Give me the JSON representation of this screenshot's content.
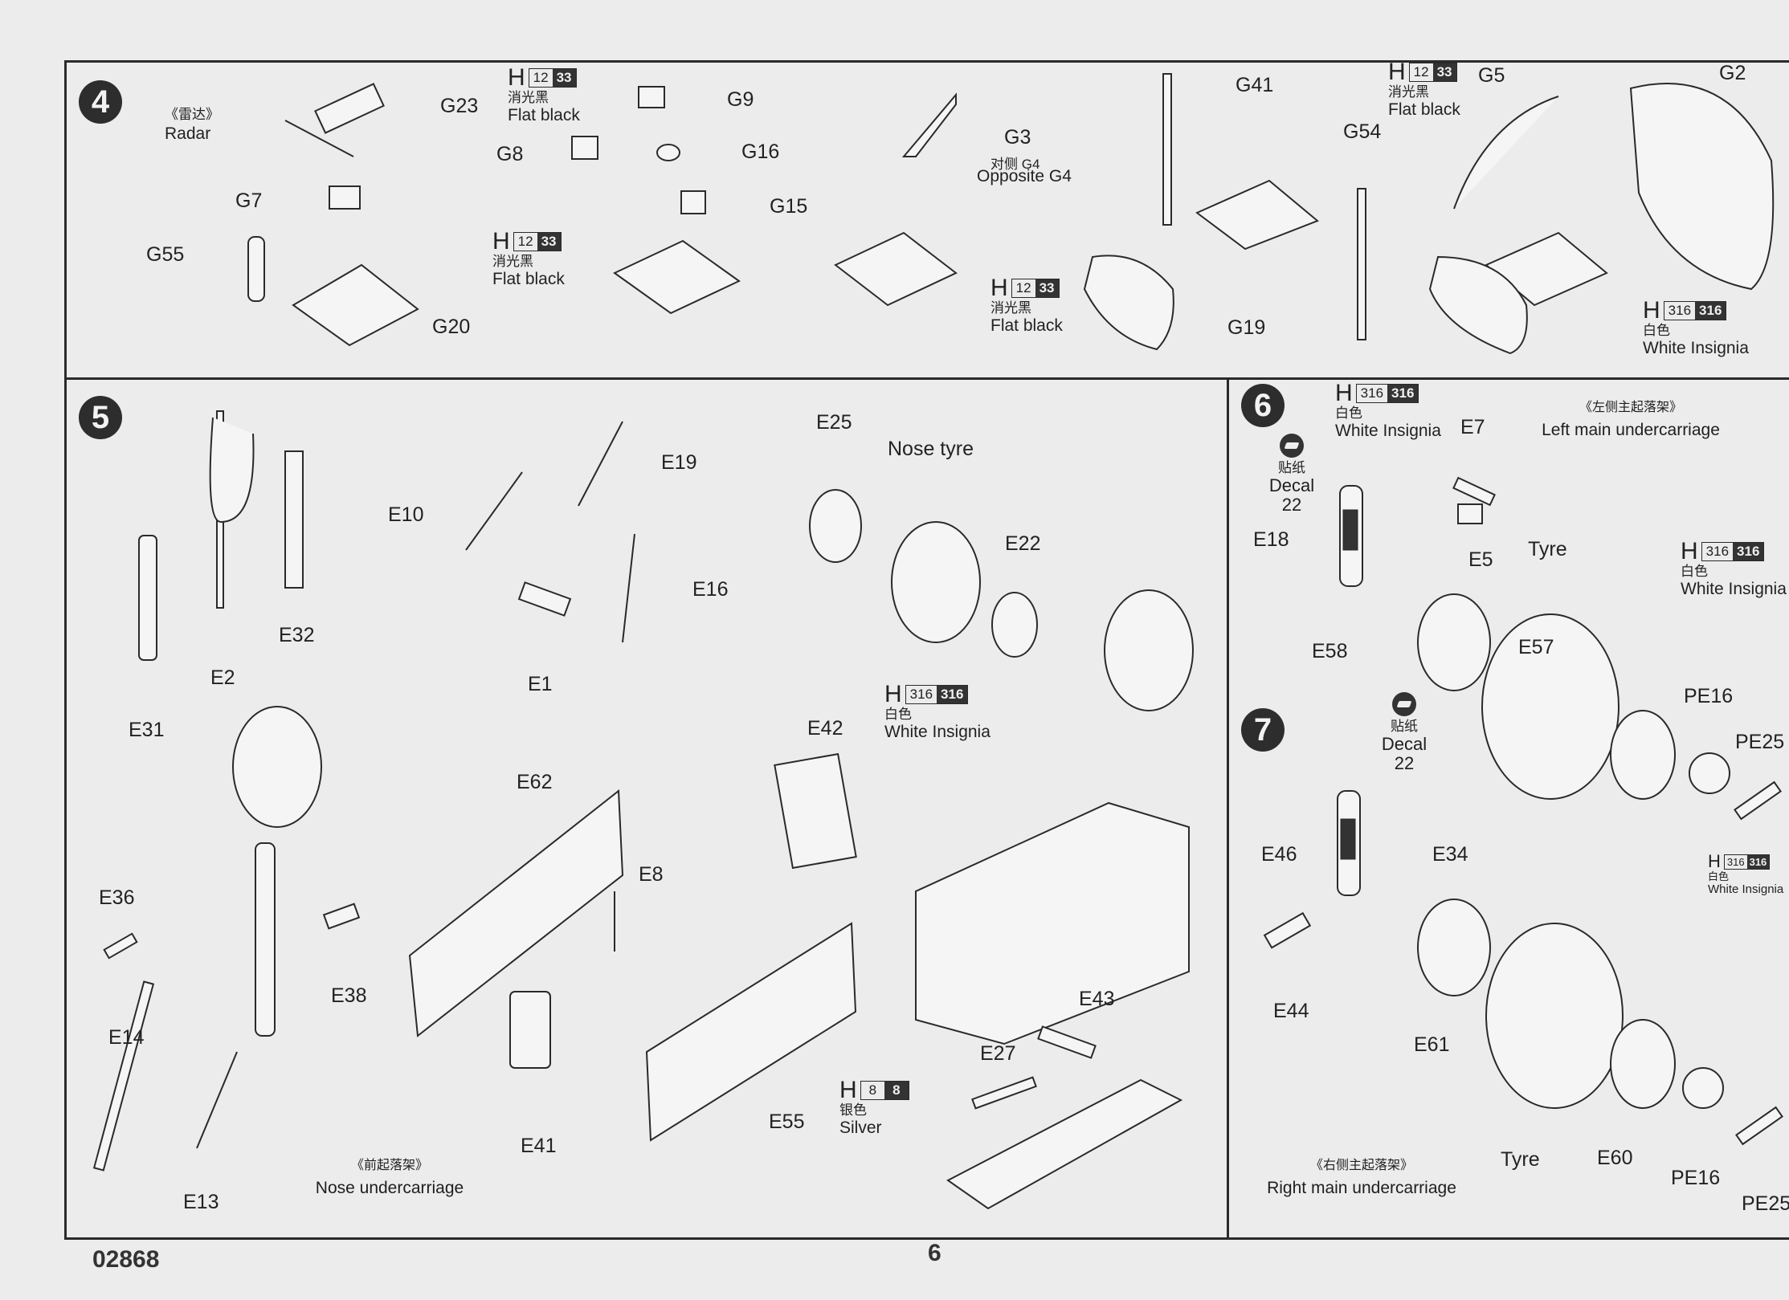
{
  "document": {
    "kit_number": "02868",
    "page_number": "6"
  },
  "paint": {
    "flat_black": {
      "prefix": "H",
      "code_a": "12",
      "code_b": "33",
      "cn": "消光黑",
      "en": "Flat black"
    },
    "white_insignia": {
      "prefix": "H",
      "code_a": "316",
      "code_b": "316",
      "cn": "白色",
      "en": "White Insignia"
    },
    "silver": {
      "prefix": "H",
      "code_a": "8",
      "code_b": "8",
      "cn": "银色",
      "en": "Silver"
    }
  },
  "decal": {
    "cn": "贴纸",
    "en": "Decal",
    "number": "22"
  },
  "steps": [
    {
      "number": "4",
      "title_cn": "《雷达》",
      "title_en": "Radar",
      "parts": [
        "G23",
        "G7",
        "G55",
        "G20",
        "G9",
        "G8",
        "G16",
        "G15",
        "G3",
        "G41",
        "G54",
        "G19",
        "G5",
        "G2"
      ],
      "note_cn": "对侧 G4",
      "note_en": "Opposite G4"
    },
    {
      "number": "5",
      "title_cn": "《前起落架》",
      "title_en": "Nose undercarriage",
      "parts": [
        "E31",
        "E2",
        "E32",
        "E10",
        "E19",
        "E16",
        "E1",
        "E25",
        "E22",
        "E36",
        "E14",
        "E38",
        "E13",
        "E62",
        "E8",
        "E41",
        "E55",
        "E42",
        "E43",
        "E27"
      ],
      "nose_tyre": "Nose tyre"
    },
    {
      "number": "6",
      "title_cn": "《左侧主起落架》",
      "title_en": "Left main undercarriage",
      "parts": [
        "E7",
        "E18",
        "E5",
        "E58",
        "E57",
        "PE16",
        "PE25"
      ],
      "tyre": "Tyre"
    },
    {
      "number": "7",
      "title_cn": "《右侧主起落架》",
      "title_en": "Right main undercarriage",
      "parts": [
        "E46",
        "E34",
        "E44",
        "E61",
        "E60",
        "PE16",
        "PE25"
      ],
      "tyre": "Tyre"
    }
  ]
}
